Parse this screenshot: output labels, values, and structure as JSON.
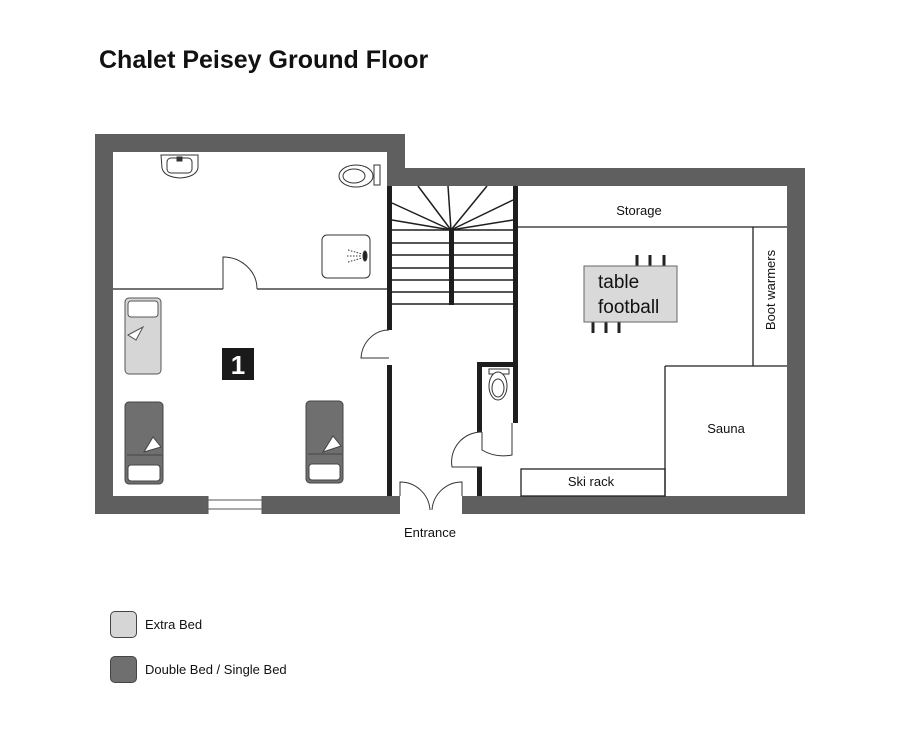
{
  "title": "Chalet Peisey Ground Floor",
  "rooms": {
    "bedroom_number": "1",
    "storage": "Storage",
    "boot_warmers": "Boot warmers",
    "table_football_line1": "table",
    "table_football_line2": "football",
    "sauna": "Sauna",
    "ski_rack": "Ski rack",
    "entrance": "Entrance"
  },
  "legend": [
    {
      "label": "Extra Bed",
      "color": "#d6d6d6"
    },
    {
      "label": "Double Bed / Single Bed",
      "color": "#6f6f6f"
    }
  ],
  "colors": {
    "wall": "#5f5f5f",
    "inner_wall": "#1e1e1e"
  }
}
